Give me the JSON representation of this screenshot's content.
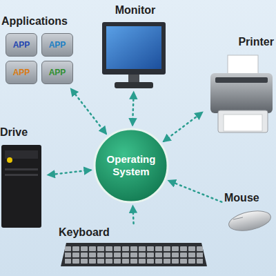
{
  "diagram": {
    "nodes": [
      {
        "text": [
          "Monitor"
        ]
      },
      {
        "text": [
          "Applications"
        ]
      },
      {
        "text": [
          "APP"
        ],
        "in": 1
      },
      {
        "text": [
          "APP"
        ],
        "in": 1
      },
      {
        "text": [
          "APP"
        ],
        "in": 1
      },
      {
        "text": [
          "APP"
        ],
        "in": 1
      },
      {
        "text": [
          "Printer"
        ]
      },
      {
        "text": [
          "Drive"
        ]
      },
      {
        "text": [
          "Operating System"
        ]
      },
      {
        "text": [
          "Mouse"
        ]
      },
      {
        "text": [
          "Keyboard"
        ]
      }
    ],
    "edges": [
      {
        "from": 8,
        "to": 0,
        "arrow": "both"
      },
      {
        "from": 8,
        "to": 1,
        "arrow": "both"
      },
      {
        "from": 8,
        "to": 6,
        "arrow": "both"
      },
      {
        "from": 8,
        "to": 7,
        "arrow": "both"
      },
      {
        "from": 9,
        "to": 8,
        "arrow": "to"
      },
      {
        "from": 10,
        "to": 8,
        "arrow": "to"
      }
    ]
  }
}
